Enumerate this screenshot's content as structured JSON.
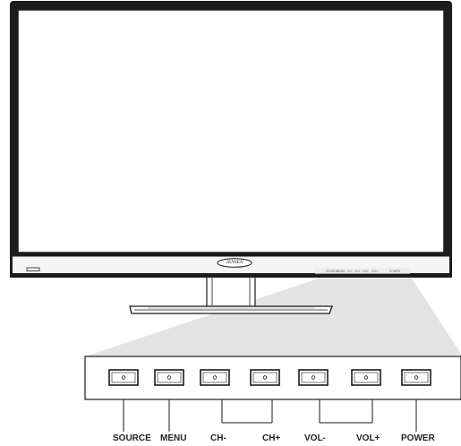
{
  "brand": {
    "logo_text": "JENSEN"
  },
  "bezel_strip_labels": [
    "SOURCE",
    "MENU",
    "CH-",
    "CH+",
    "VOL-",
    "VOL+",
    "POWER"
  ],
  "buttons": [
    {
      "label": "SOURCE"
    },
    {
      "label": "MENU"
    },
    {
      "label": "CH-"
    },
    {
      "label": "CH+"
    },
    {
      "label": "VOL-"
    },
    {
      "label": "VOL+"
    },
    {
      "label": "POWER"
    }
  ],
  "colors": {
    "bezel": "#1c1c1c",
    "screen": "#ffffff",
    "callout_fill": "#e3e3e3",
    "panel": "#ffffff",
    "line": "#1a1a1a"
  }
}
